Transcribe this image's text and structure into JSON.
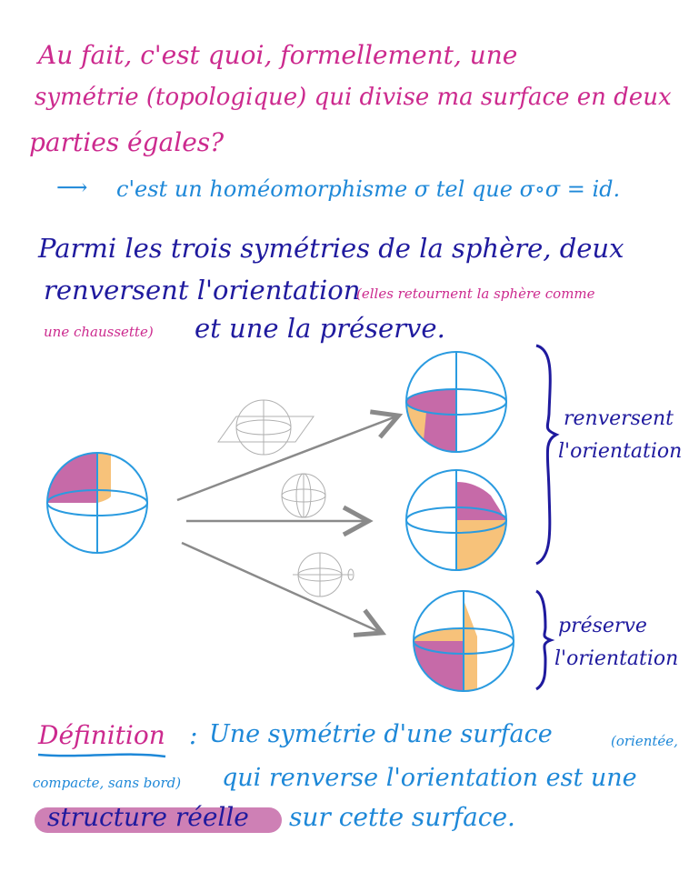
{
  "question": {
    "line1": "Au fait, c'est quoi, formellement, une",
    "line2": "symétrie (topologique) qui divise ma surface en deux",
    "line3": "parties égales?"
  },
  "answer": {
    "arrow": "⟶",
    "text": "c'est un homéomorphisme σ tel que σ∘σ = id."
  },
  "paragraph": {
    "line1": "Parmi les trois symétries de la sphère, deux",
    "line2_main": "renversent l'orientation",
    "line2_small": "(elles retournent la sphère comme",
    "line3_small": "une chaussette)",
    "line3_main": "et une la préserve."
  },
  "labels": {
    "reverse_1": "renversent",
    "reverse_2": "l'orientation",
    "preserve_1": "préserve",
    "preserve_2": "l'orientation"
  },
  "definition": {
    "word": "Définition",
    "colon": ":",
    "line1_main": "Une symétrie d'une surface",
    "line1_small": "(orientée,",
    "line2_small": "compacte, sans bord)",
    "line2_main": "qui renverse l'orientation est une",
    "highlight": "structure réelle",
    "line3_rest": "sur cette surface."
  },
  "colors": {
    "pink": "#cc2a8e",
    "blue": "#1e88d8",
    "navy": "#1f1a9e",
    "magenta_fill": "#c66aa8",
    "orange_fill": "#f7c27a",
    "sphere_stroke": "#2a9be0",
    "arrow_gray": "#8a8a8a"
  }
}
